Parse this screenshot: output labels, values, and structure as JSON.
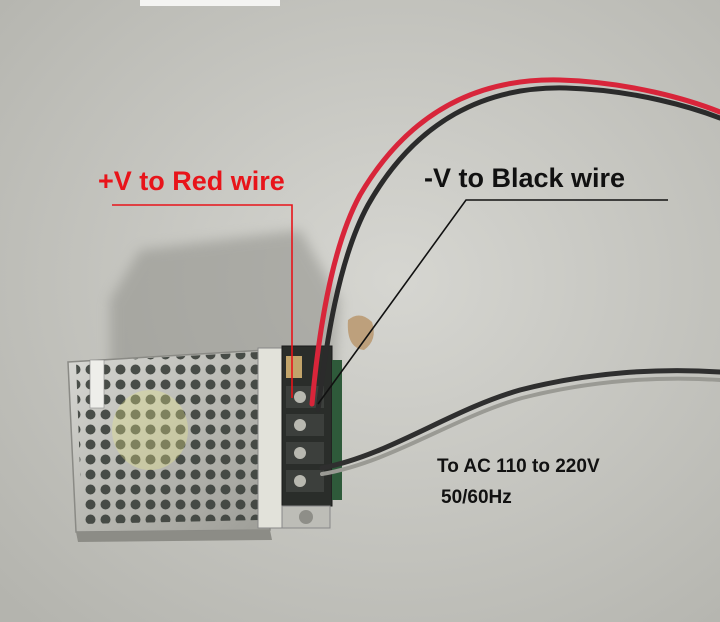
{
  "annotations": {
    "positive": "+V to Red wire",
    "negative": "-V to Black wire",
    "ac_line1": "To AC 110 to 220V",
    "ac_line2": "50/60Hz"
  },
  "colors": {
    "positive_label": "#e8141a",
    "negative_label": "#111111",
    "red_wire": "#d8253a",
    "black_wire": "#2b2b2b",
    "surface": "#c9c9c4"
  }
}
